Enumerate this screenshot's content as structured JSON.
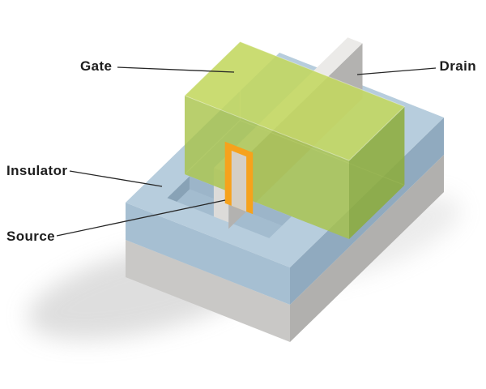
{
  "diagram": {
    "labels": {
      "gate": "Gate",
      "drain": "Drain",
      "insulator": "Insulator",
      "source": "Source"
    },
    "colors": {
      "background": "#ffffff",
      "label_text": "#1d1d1d",
      "leader_line": "#262626",
      "gate_green": "#a7c348",
      "gate_green_top": "#c3d75f",
      "gate_green_side": "#8dac3a",
      "insulator_blue_top": "#b7cddd",
      "insulator_blue_left": "#a6bfd2",
      "insulator_blue_right": "#90aabf",
      "recess_floor": "#a3bccf",
      "recess_wall_left": "#88a2b6",
      "recess_wall_back": "#9cb5c9",
      "substrate_gray_left": "#c9c8c6",
      "substrate_gray_right": "#b1b0ae",
      "fin_gray_front": "#dcdbd9",
      "fin_gray_side": "#b3b2b0",
      "fin_gray_top": "#ebeae8",
      "oxide_orange": "#f6a21c",
      "oxide_core": "#d5cfc5",
      "shadow": "#a9a9a9"
    }
  }
}
